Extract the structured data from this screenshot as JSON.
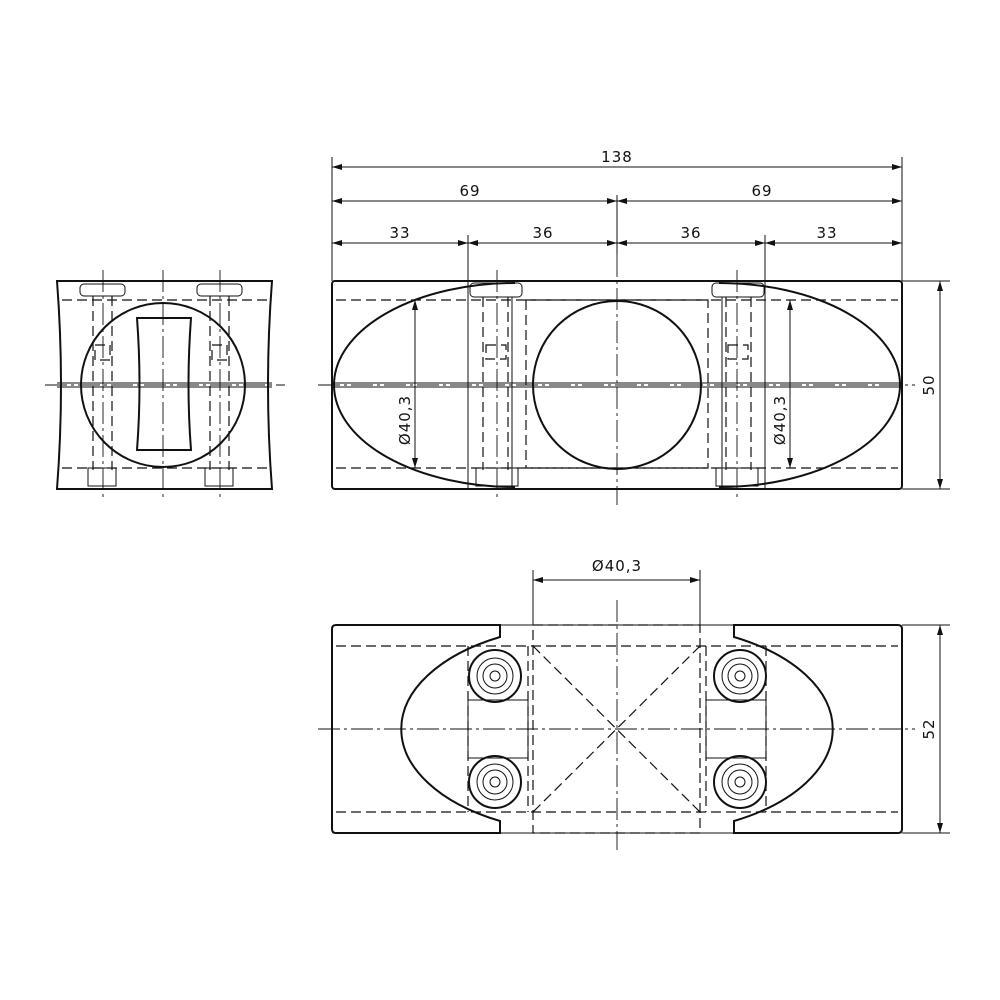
{
  "dimensions": {
    "overall_length": "138",
    "half_left": "69",
    "half_right": "69",
    "seg_1": "33",
    "seg_2": "36",
    "seg_3": "36",
    "seg_4": "33",
    "height_top_view": "50",
    "bore_left": "Ø40,3",
    "bore_right": "Ø40,3",
    "bore_bottom": "Ø40,3",
    "height_bottom_view": "52"
  }
}
